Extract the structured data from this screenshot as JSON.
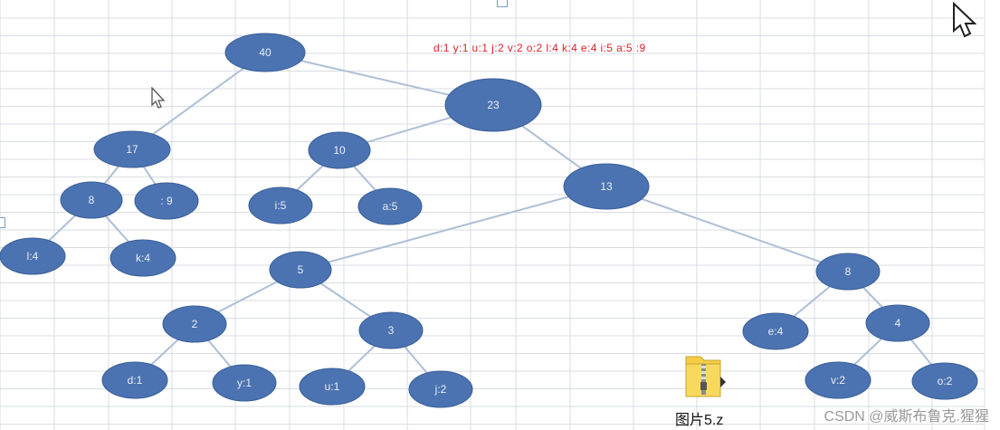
{
  "legend_text": "d:1 y:1 u:1 j:2 v:2 o:2 l:4 k:4 e:4 i:5 a:5 :9",
  "tree": {
    "root": "40",
    "nodes": [
      {
        "id": "n40",
        "label": "40"
      },
      {
        "id": "n17",
        "label": "17"
      },
      {
        "id": "n23",
        "label": "23"
      },
      {
        "id": "n8a",
        "label": "8"
      },
      {
        "id": "n9",
        "label": ": 9"
      },
      {
        "id": "n10",
        "label": "10"
      },
      {
        "id": "n13",
        "label": "13"
      },
      {
        "id": "nl4",
        "label": "l:4"
      },
      {
        "id": "nk4",
        "label": "k:4"
      },
      {
        "id": "ni5",
        "label": "i:5"
      },
      {
        "id": "na5",
        "label": "a:5"
      },
      {
        "id": "n5",
        "label": "5"
      },
      {
        "id": "n8b",
        "label": "8"
      },
      {
        "id": "n2",
        "label": "2"
      },
      {
        "id": "n3",
        "label": "3"
      },
      {
        "id": "ne4",
        "label": "e:4"
      },
      {
        "id": "n4",
        "label": "4"
      },
      {
        "id": "nd1",
        "label": "d:1"
      },
      {
        "id": "ny1",
        "label": "y:1"
      },
      {
        "id": "nu1",
        "label": "u:1"
      },
      {
        "id": "nj2",
        "label": "j:2"
      },
      {
        "id": "nv2",
        "label": "v:2"
      },
      {
        "id": "no2",
        "label": "o:2"
      }
    ],
    "edges": [
      [
        "n40",
        "n17"
      ],
      [
        "n40",
        "n23"
      ],
      [
        "n17",
        "n8a"
      ],
      [
        "n17",
        "n9"
      ],
      [
        "n8a",
        "nl4"
      ],
      [
        "n8a",
        "nk4"
      ],
      [
        "n23",
        "n10"
      ],
      [
        "n23",
        "n13"
      ],
      [
        "n10",
        "ni5"
      ],
      [
        "n10",
        "na5"
      ],
      [
        "n13",
        "n5"
      ],
      [
        "n13",
        "n8b"
      ],
      [
        "n5",
        "n2"
      ],
      [
        "n5",
        "n3"
      ],
      [
        "n2",
        "nd1"
      ],
      [
        "n2",
        "ny1"
      ],
      [
        "n3",
        "nu1"
      ],
      [
        "n3",
        "nj2"
      ],
      [
        "n8b",
        "ne4"
      ],
      [
        "n8b",
        "n4"
      ],
      [
        "n4",
        "nv2"
      ],
      [
        "n4",
        "no2"
      ]
    ]
  },
  "colors": {
    "node_fill": "#4b73b1",
    "node_stroke": "#3a5f98",
    "edge": "#aebfd6",
    "grid": "#d9dde3",
    "legend": "#e0202a"
  },
  "folder": {
    "label": "图片5.z",
    "icon": "zip-folder-icon"
  },
  "watermark": "CSDN @威斯布鲁克.猩猩",
  "icons": [
    "mouse-pointer-icon",
    "cursor-arrow-icon"
  ]
}
